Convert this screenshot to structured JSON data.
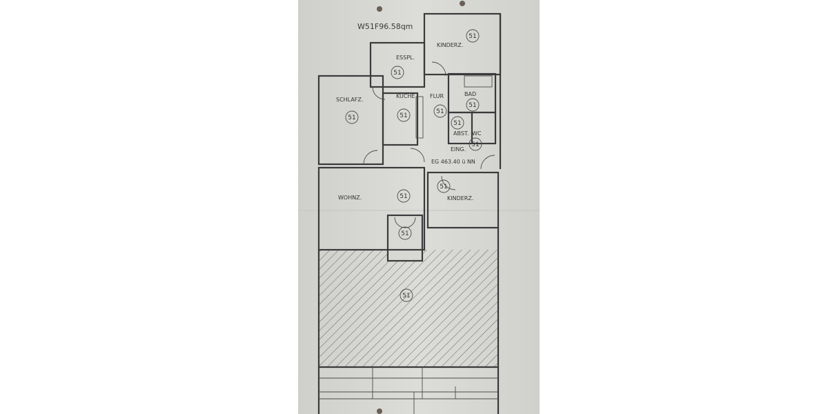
{
  "plan": {
    "title": "W51F96.58qm",
    "elevation": "EG 463.40 ü NN",
    "rooms": [
      {
        "label": "KINDERZ.",
        "number": "51"
      },
      {
        "label": "ESSPL.",
        "number": "51"
      },
      {
        "label": "SCHLAFZ.",
        "number": "51"
      },
      {
        "label": "KÜCHE",
        "number": "51"
      },
      {
        "label": "FLUR",
        "number": "51"
      },
      {
        "label": "BAD",
        "number": "51"
      },
      {
        "label": "ABST.",
        "number": "51"
      },
      {
        "label": "WC",
        "number": "51"
      },
      {
        "label": "EING.",
        "number": ""
      },
      {
        "label": "WOHNZ.",
        "number": "51"
      },
      {
        "label": "KINDERZ.",
        "number": "51"
      },
      {
        "label": "",
        "number": "51"
      },
      {
        "label": "",
        "number": "51"
      }
    ]
  },
  "colors": {
    "paper": "#d6d6d2",
    "ink": "#3a3a3c",
    "background": "#ffffff"
  }
}
